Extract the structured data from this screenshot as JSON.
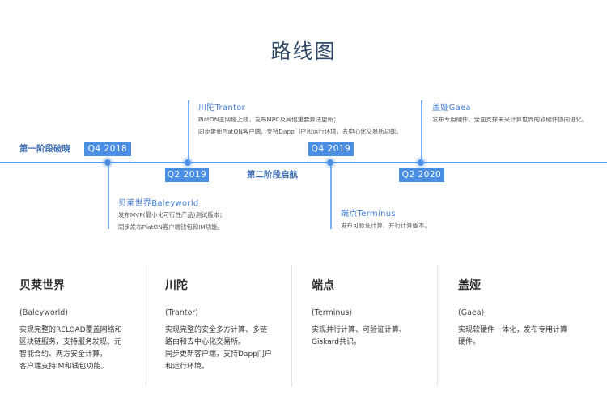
{
  "title": "路线图",
  "phases": [
    "第一阶段破晓",
    "第二阶段启航"
  ],
  "quarters": [
    "Q4 2018",
    "Q2 2019",
    "Q4 2019",
    "Q2 2020"
  ],
  "milestones": [
    {
      "name": "川陀Trantor",
      "lines": [
        "PlatON主网络上线，发布MPC及其他重要算法更新；",
        "同步更新PlatON客户端，支持Dapp门户和运行环境，去中心化交易所功能。"
      ]
    },
    {
      "name": "盖娅Gaea",
      "lines": [
        "发布专用硬件，全面支撑未来计算世界的软硬件协同进化。"
      ]
    },
    {
      "name": "贝莱世界Baleyworld",
      "lines": [
        "发布MVP(最小化可行性产品)测试版本；",
        "同步发布PlatON客户端钱包和IM功能。"
      ]
    },
    {
      "name": "端点Terminus",
      "lines": [
        "发布可验证计算、并行计算版本。"
      ]
    }
  ],
  "columns": [
    {
      "title": "贝莱世界",
      "sub": "(Baleyworld)",
      "lines": [
        "实现完整的RELOAD覆盖网络和",
        "区块链服务，支持服务发现、元",
        "智能合约、两方安全计算。",
        "客户端支持IM和钱包功能。"
      ]
    },
    {
      "title": "川陀",
      "sub": "(Trantor)",
      "lines": [
        "实现完整的安全多方计算、多链",
        "路由和去中心化交易所。",
        "同步更新客户端，支持Dapp门户",
        "和运行环境。"
      ]
    },
    {
      "title": "端点",
      "sub": "(Terminus)",
      "lines": [
        "实现并行计算、可验证计算、",
        "Giskard共识。"
      ]
    },
    {
      "title": "盖娅",
      "sub": "(Gaea)",
      "lines": [
        "实现软硬件一体化，发布专用计算",
        "硬件。"
      ]
    }
  ]
}
